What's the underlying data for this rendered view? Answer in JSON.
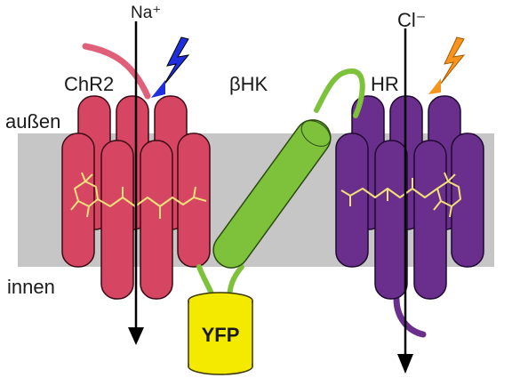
{
  "labels": {
    "na_ion": "Na⁺",
    "cl_ion": "Cl⁻",
    "chr2": "ChR2",
    "bhk": "βHK",
    "hr": "HR",
    "outside": "außen",
    "inside": "innen",
    "yfp": "YFP"
  },
  "colors": {
    "membrane": "#c6c6c6",
    "chr2": "#d64561",
    "chr2_n_terminus": "#e0607a",
    "hr": "#6a2f8c",
    "bhk": "#7ec23c",
    "yfp": "#f4ea00",
    "retinal": "#f2e07a",
    "blue_light": "#1f2fe0",
    "orange_light": "#f7941d"
  },
  "icons": {
    "blue_light": "lightning-bolt-icon",
    "orange_light": "lightning-bolt-icon"
  }
}
